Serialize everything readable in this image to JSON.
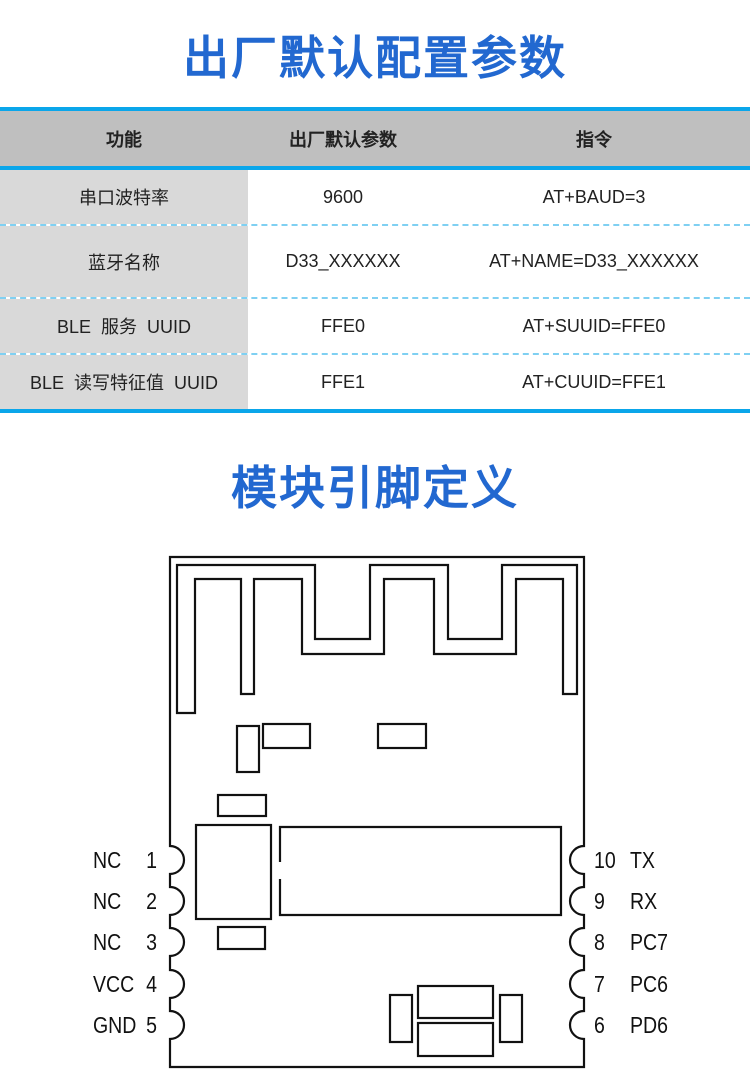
{
  "section1": {
    "title": "出厂默认配置参数",
    "table": {
      "headers": [
        "功能",
        "出厂默认参数",
        "指令"
      ],
      "rows": [
        [
          "串口波特率",
          "9600",
          "AT+BAUD=3"
        ],
        [
          "蓝牙名称",
          "D33_XXXXXX",
          "AT+NAME=D33_XXXXXX"
        ],
        [
          "BLE  服务  UUID",
          "FFE0",
          "AT+SUUID=FFE0"
        ],
        [
          "BLE  读写特征值  UUID",
          "FFE1",
          "AT+CUUID=FFE1"
        ]
      ]
    }
  },
  "section2": {
    "title": "模块引脚定义",
    "left_pins": [
      {
        "name": "NC",
        "num": "1"
      },
      {
        "name": "NC",
        "num": "2"
      },
      {
        "name": "NC",
        "num": "3"
      },
      {
        "name": "VCC",
        "num": "4"
      },
      {
        "name": "GND",
        "num": "5"
      }
    ],
    "right_pins": [
      {
        "num": "10",
        "name": "TX"
      },
      {
        "num": "9",
        "name": "RX"
      },
      {
        "num": "8",
        "name": "PC7"
      },
      {
        "num": "7",
        "name": "PC6"
      },
      {
        "num": "6",
        "name": "PD6"
      }
    ]
  },
  "colors": {
    "title": "#2268d0",
    "rule": "#0aa6ea",
    "header_bg": "#bfbfbf",
    "col1_bg": "#d9d9d9"
  }
}
